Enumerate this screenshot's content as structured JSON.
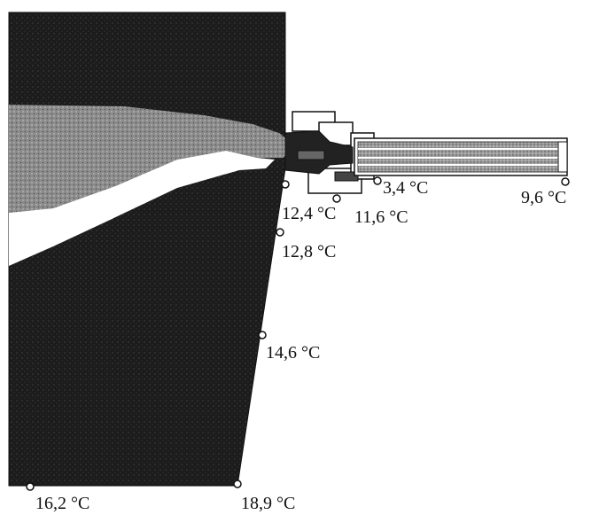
{
  "colors": {
    "wall_dark": "#1c1c1c",
    "insulation_gray": "#7a7a7a",
    "frame_white": "#ffffff",
    "glass_stripe": "#9a9a9a",
    "line": "#111111"
  },
  "measurement_points": [
    {
      "id": "p1",
      "label": "3,4 °C"
    },
    {
      "id": "p2",
      "label": "9,6 °C"
    },
    {
      "id": "p3",
      "label": "12,4 °C"
    },
    {
      "id": "p4",
      "label": "11,6 °C"
    },
    {
      "id": "p5",
      "label": "12,8 °C"
    },
    {
      "id": "p6",
      "label": "14,6 °C"
    },
    {
      "id": "p7",
      "label": "16,2 °C"
    },
    {
      "id": "p8",
      "label": "18,9 °C"
    }
  ]
}
